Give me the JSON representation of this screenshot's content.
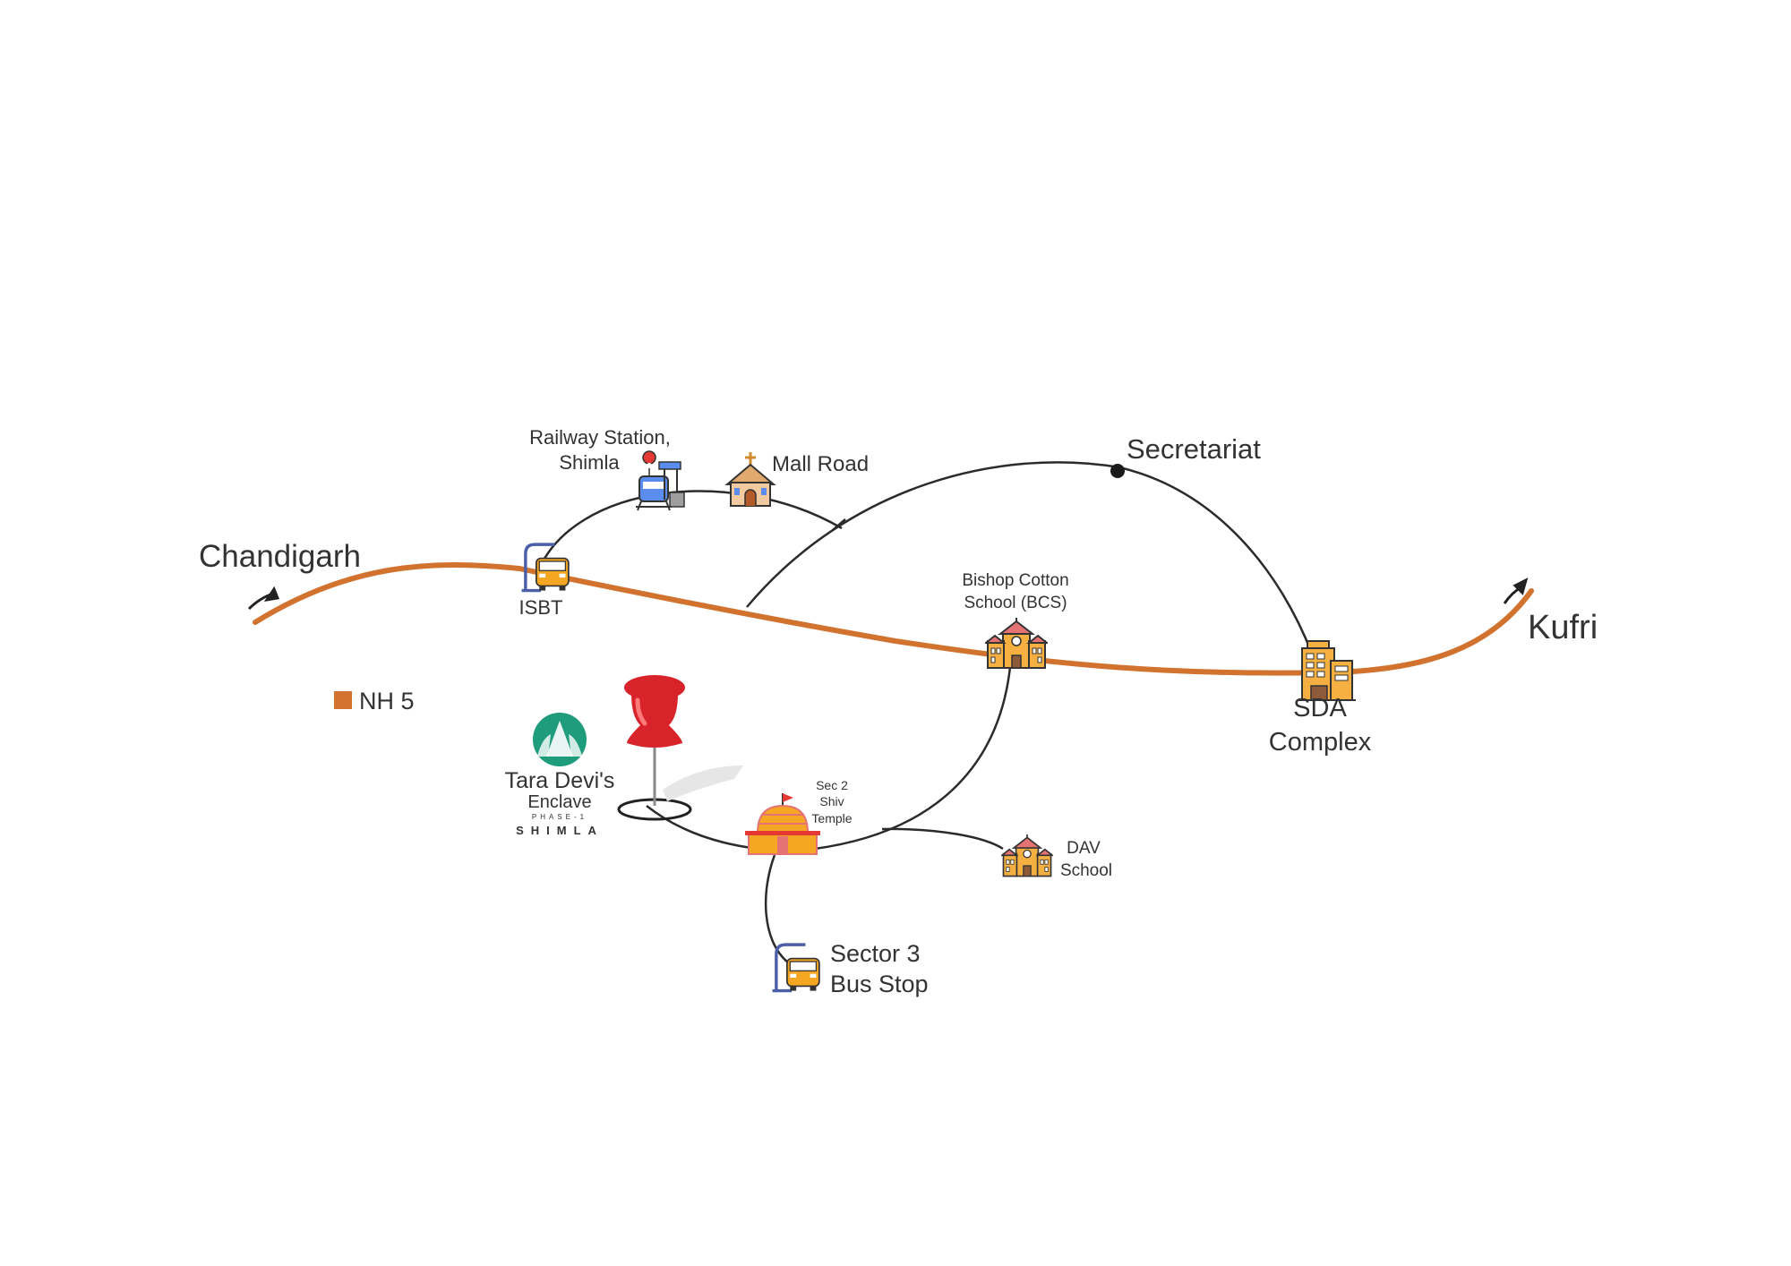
{
  "map": {
    "cities": {
      "chandigarh": "Chandigarh",
      "kufri": "Kufri"
    },
    "places": {
      "railway_line1": "Railway Station,",
      "railway_line2": "Shimla",
      "mall_road": "Mall Road",
      "secretariat": "Secretariat",
      "isbt": "ISBT",
      "bcs_line1": "Bishop Cotton",
      "bcs_line2": "School (BCS)",
      "sda_line1": "SDA",
      "sda_line2": "Complex",
      "temple_line1": "Sec 2",
      "temple_line2": "Shiv",
      "temple_line3": "Temple",
      "dav_line1": "DAV",
      "dav_line2": "School",
      "bus_line1": "Sector 3",
      "bus_line2": "Bus Stop"
    },
    "legend": {
      "label": "NH 5"
    },
    "logo": {
      "line1": "Tara Devi's",
      "line2": "Enclave",
      "line3": "PHASE-1",
      "line4": "SHIMLA"
    },
    "icons": [
      "bus-stop-icon",
      "railway-station-icon",
      "church-icon",
      "school-icon",
      "office-building-icon",
      "temple-icon",
      "location-pin-icon",
      "secretariat-dot-icon",
      "direction-arrow-icon",
      "logo-tree-icon"
    ],
    "colors": {
      "highway": "#d2722f",
      "road": "#2b2b2b",
      "pin": "#d8232a",
      "logo": "#1e9c7c",
      "bus": "#f5a623"
    }
  }
}
